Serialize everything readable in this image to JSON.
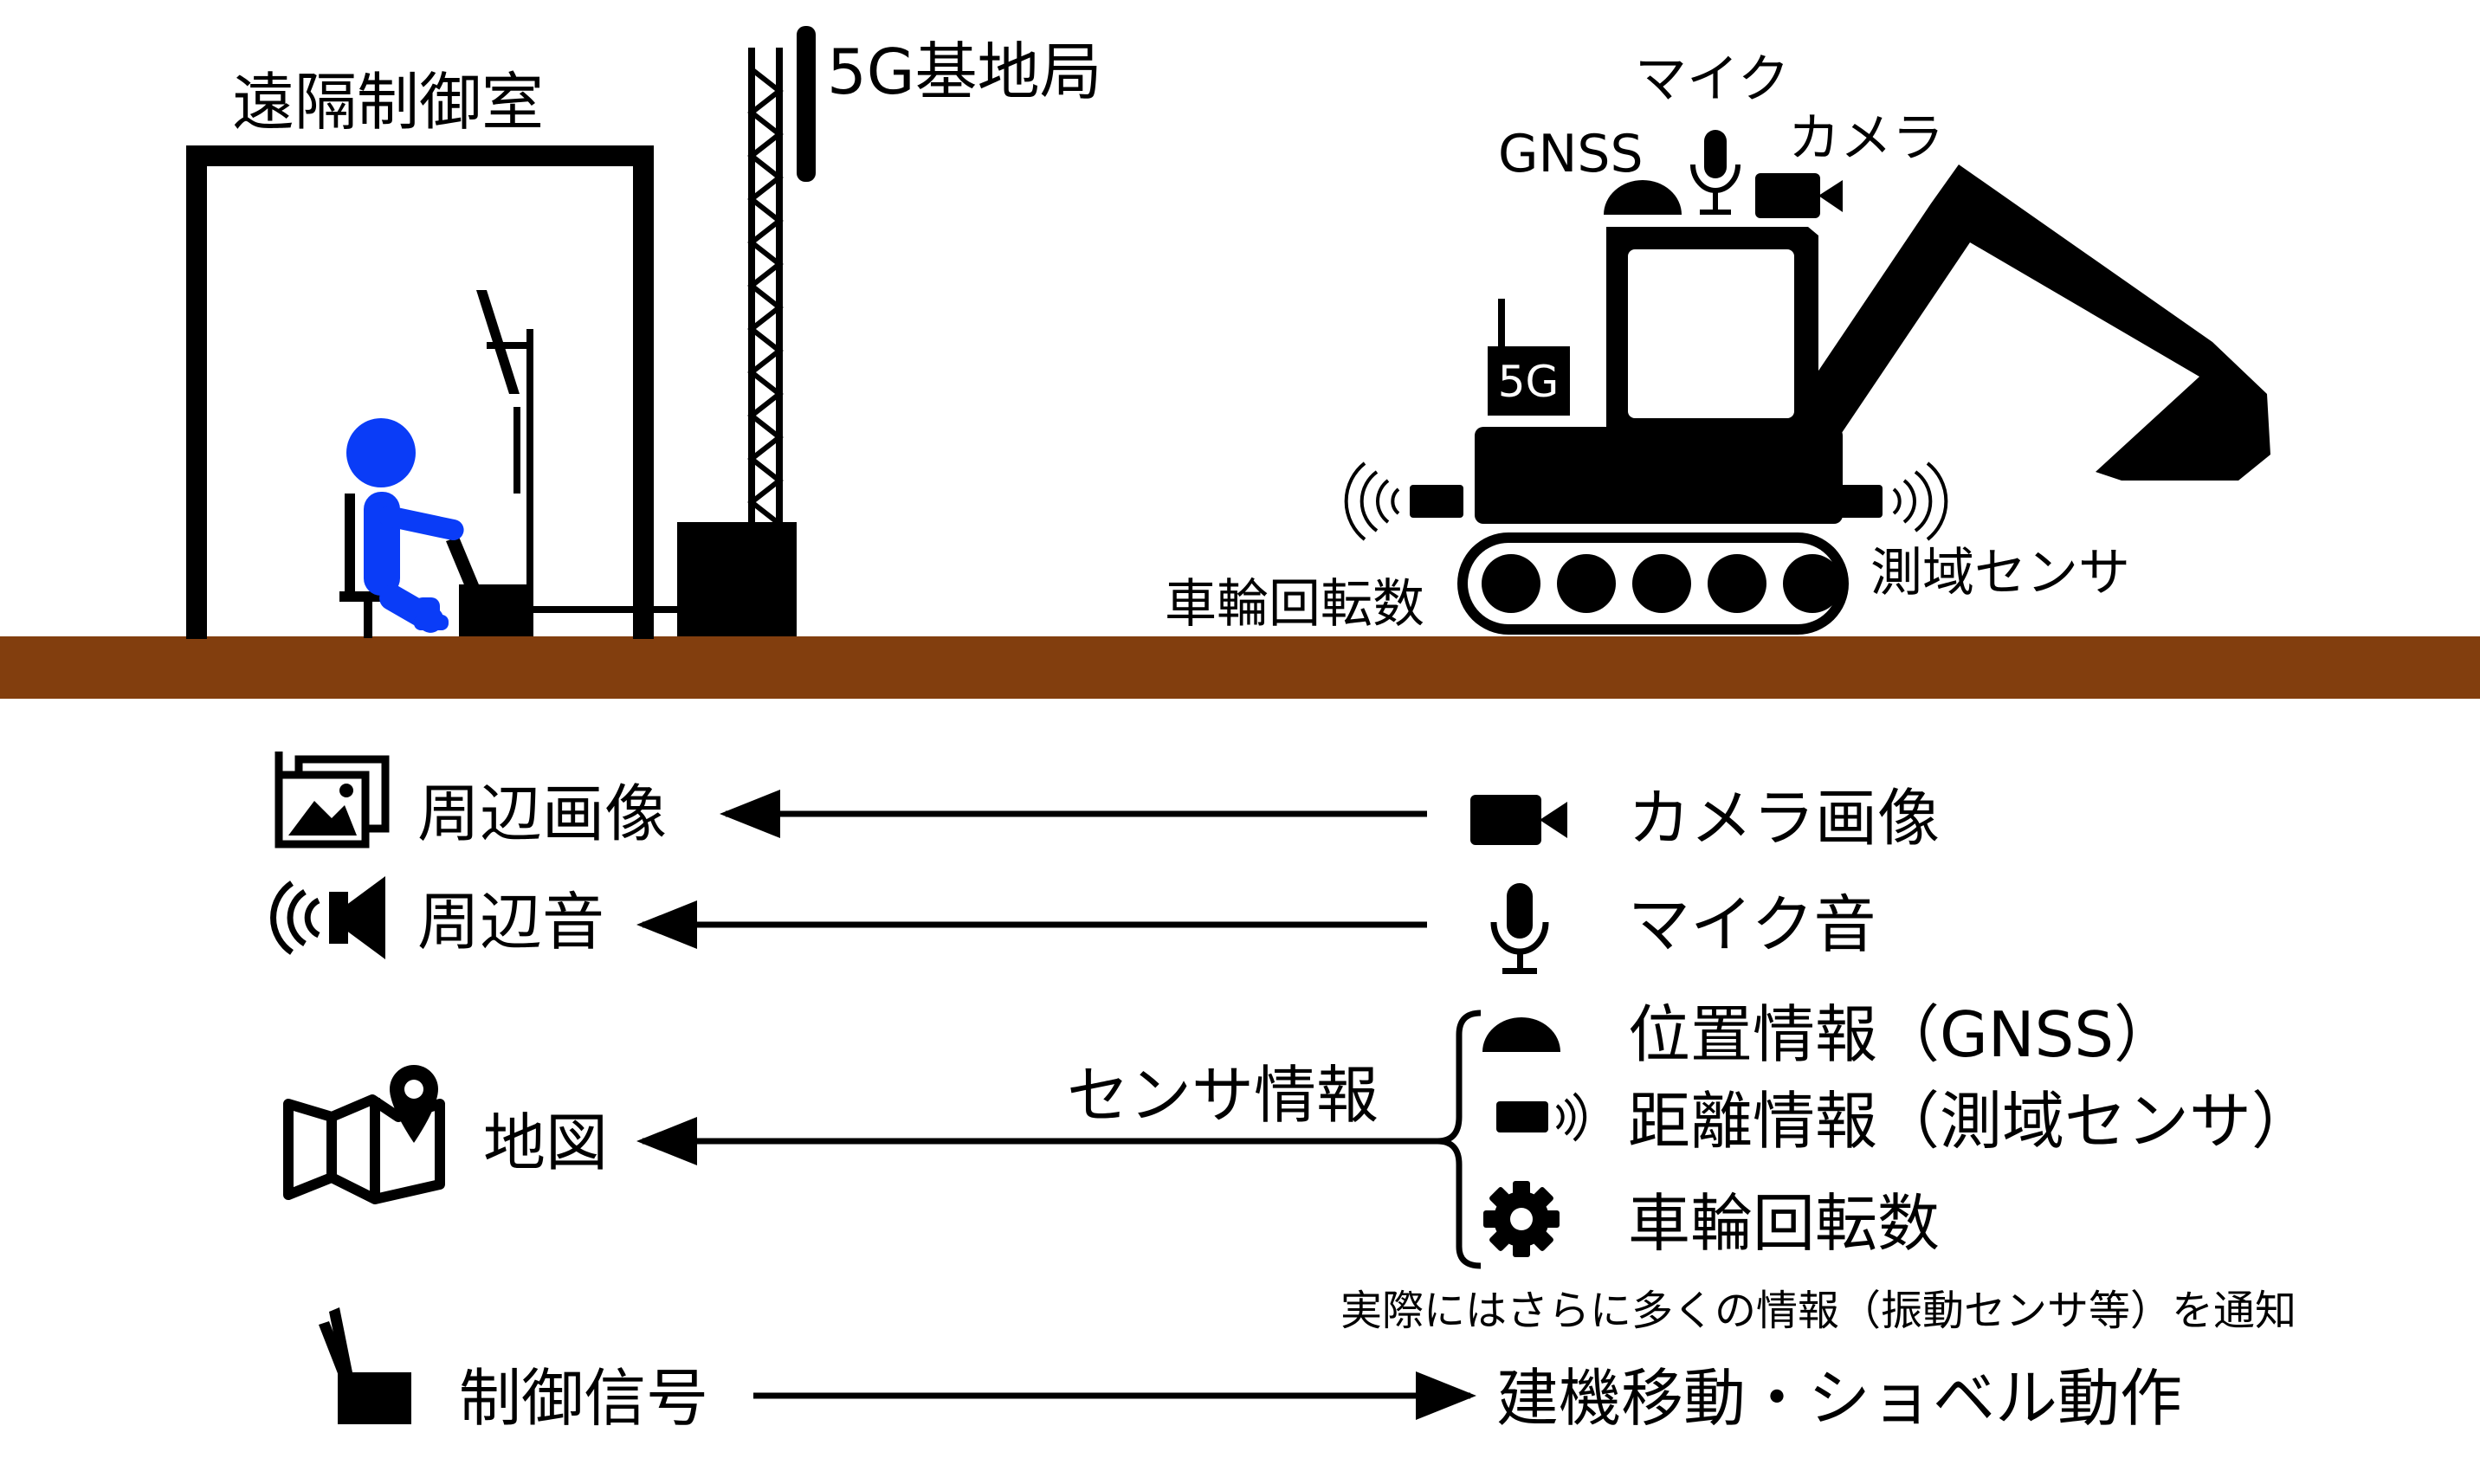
{
  "colors": {
    "ground": "#823e0e",
    "operator": "#0a3cf7",
    "ink": "#000000",
    "background": "#ffffff"
  },
  "scene": {
    "control_room_label": "遠隔制御室",
    "base_station_label": "5G基地局",
    "excavator": {
      "badge_5g": "5G",
      "gnss_label": "GNSS",
      "mic_label": "マイク",
      "camera_label": "カメラ",
      "wheel_rotation_label": "車輪回転数",
      "range_sensor_label": "測域センサ"
    }
  },
  "flows": {
    "left": {
      "image": {
        "label": "周辺画像",
        "icon": "image-gallery-icon"
      },
      "sound": {
        "label": "周辺音",
        "icon": "speaker-icon"
      },
      "map": {
        "label": "地図",
        "icon": "map-pin-icon"
      },
      "control": {
        "label": "制御信号",
        "icon": "joystick-icon"
      }
    },
    "right": {
      "camera": {
        "label": "カメラ画像",
        "icon": "video-camera-icon"
      },
      "mic": {
        "label": "マイク音",
        "icon": "microphone-icon"
      },
      "sensor_group_label": "センサ情報",
      "position": {
        "label": "位置情報（GNSS）",
        "icon": "gnss-dome-icon"
      },
      "distance": {
        "label": "距離情報（測域センサ）",
        "icon": "range-sensor-icon"
      },
      "wheel": {
        "label": "車輪回転数",
        "icon": "gear-icon"
      },
      "note": "実際にはさらに多くの情報（振動センサ等）を通知",
      "machine_action": "建機移動・ショベル動作"
    }
  }
}
